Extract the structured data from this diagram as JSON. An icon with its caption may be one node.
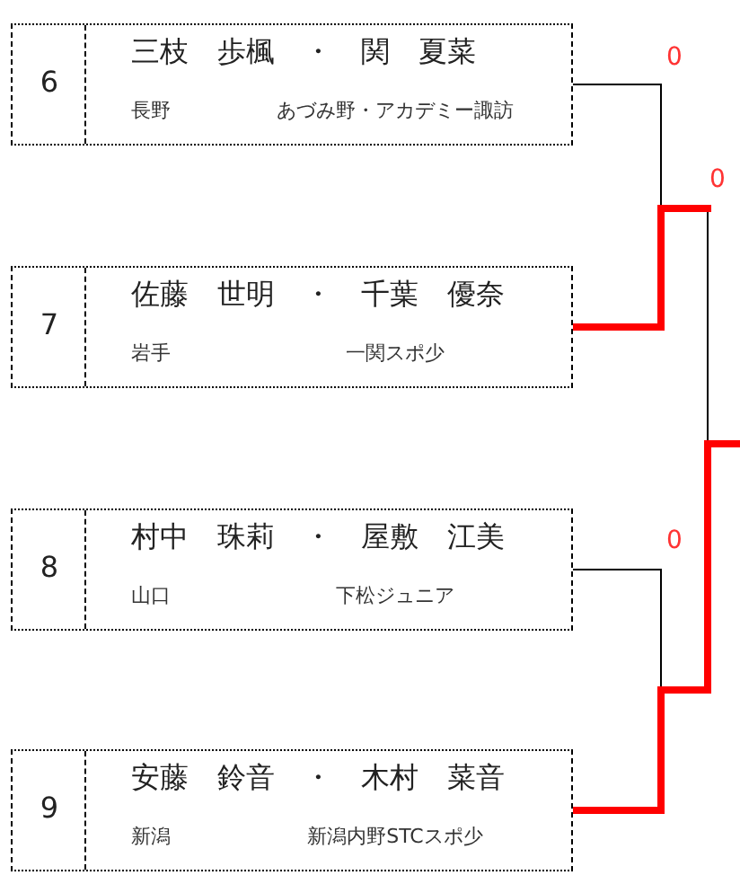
{
  "diagram": {
    "nodes": [
      {
        "text": [
          "6",
          "三枝　歩楓　・　関　夏菜",
          "長野",
          "あづみ野・アカデミー諏訪"
        ]
      },
      {
        "text": [
          "7",
          "佐藤　世明　・　千葉　優奈",
          "岩手",
          "一関スポ少"
        ]
      },
      {
        "text": [
          "8",
          "村中　珠莉　・　屋敷　江美",
          "山口",
          "下松ジュニア"
        ]
      },
      {
        "text": [
          "9",
          "安藤　鈴音　・　木村　菜音",
          "新潟",
          "新潟内野STCスポ少"
        ]
      }
    ],
    "edges": [
      {
        "from": 0,
        "to": null,
        "arrow": "none"
      },
      {
        "from": 1,
        "to": null,
        "arrow": "none",
        "style": "thick",
        "color": "#ff0000"
      },
      {
        "from": 2,
        "to": null,
        "arrow": "none"
      },
      {
        "from": 3,
        "to": null,
        "arrow": "none",
        "style": "thick",
        "color": "#ff0000"
      }
    ],
    "labels": [
      "0",
      "0",
      "0"
    ]
  }
}
